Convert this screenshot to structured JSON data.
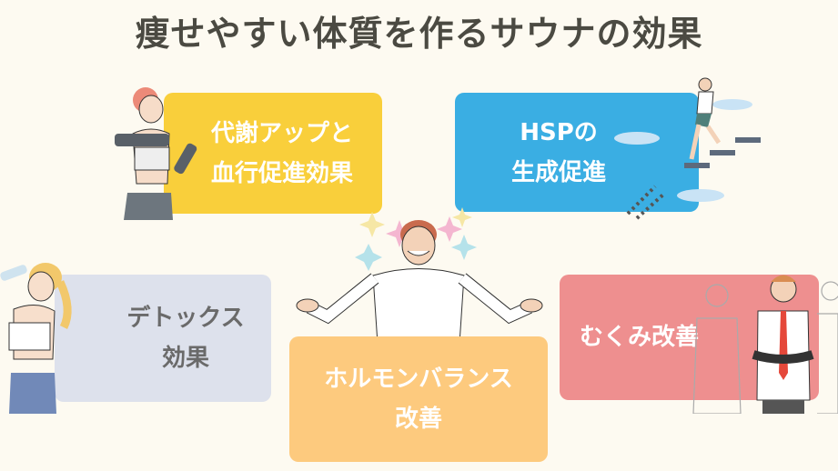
{
  "title": "痩せやすい体質を作るサウナの効果",
  "cards": [
    {
      "lines": [
        "代謝アップと",
        "血行促進効果"
      ],
      "color": "#f9cf3b"
    },
    {
      "lines": [
        "HSPの",
        "生成促進"
      ],
      "color": "#3aaee3"
    },
    {
      "lines": [
        "デトックス",
        "効果"
      ],
      "color": "#dde1ec"
    },
    {
      "lines": [
        "ホルモンバランス",
        "改善"
      ],
      "color": "#fdca7e"
    },
    {
      "lines": [
        "むくみ改善"
      ],
      "color": "#ee8f8f"
    }
  ]
}
